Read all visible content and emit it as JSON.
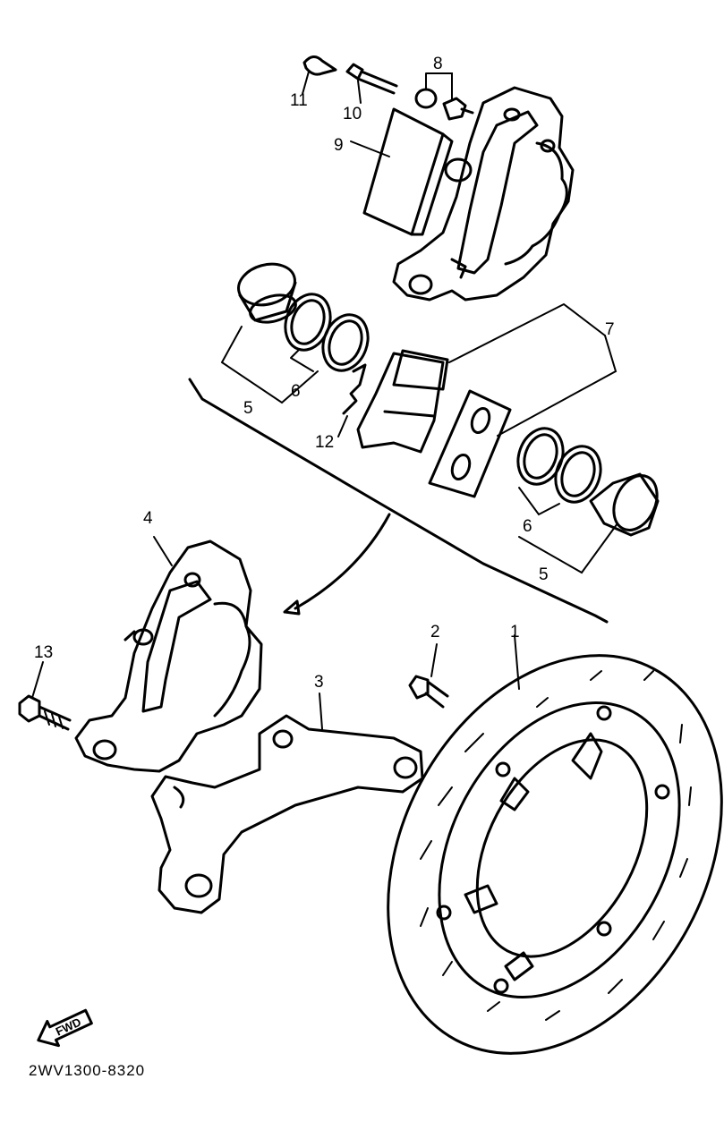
{
  "labels": {
    "p1": "1",
    "p2": "2",
    "p3": "3",
    "p4": "4",
    "p5a": "5",
    "p5b": "5",
    "p6a": "6",
    "p6b": "6",
    "p7": "7",
    "p8": "8",
    "p9": "9",
    "p10": "10",
    "p11": "11",
    "p12": "12",
    "p13": "13"
  },
  "fwd_text": "FWD",
  "drawing_code": "2WV1300-8320"
}
